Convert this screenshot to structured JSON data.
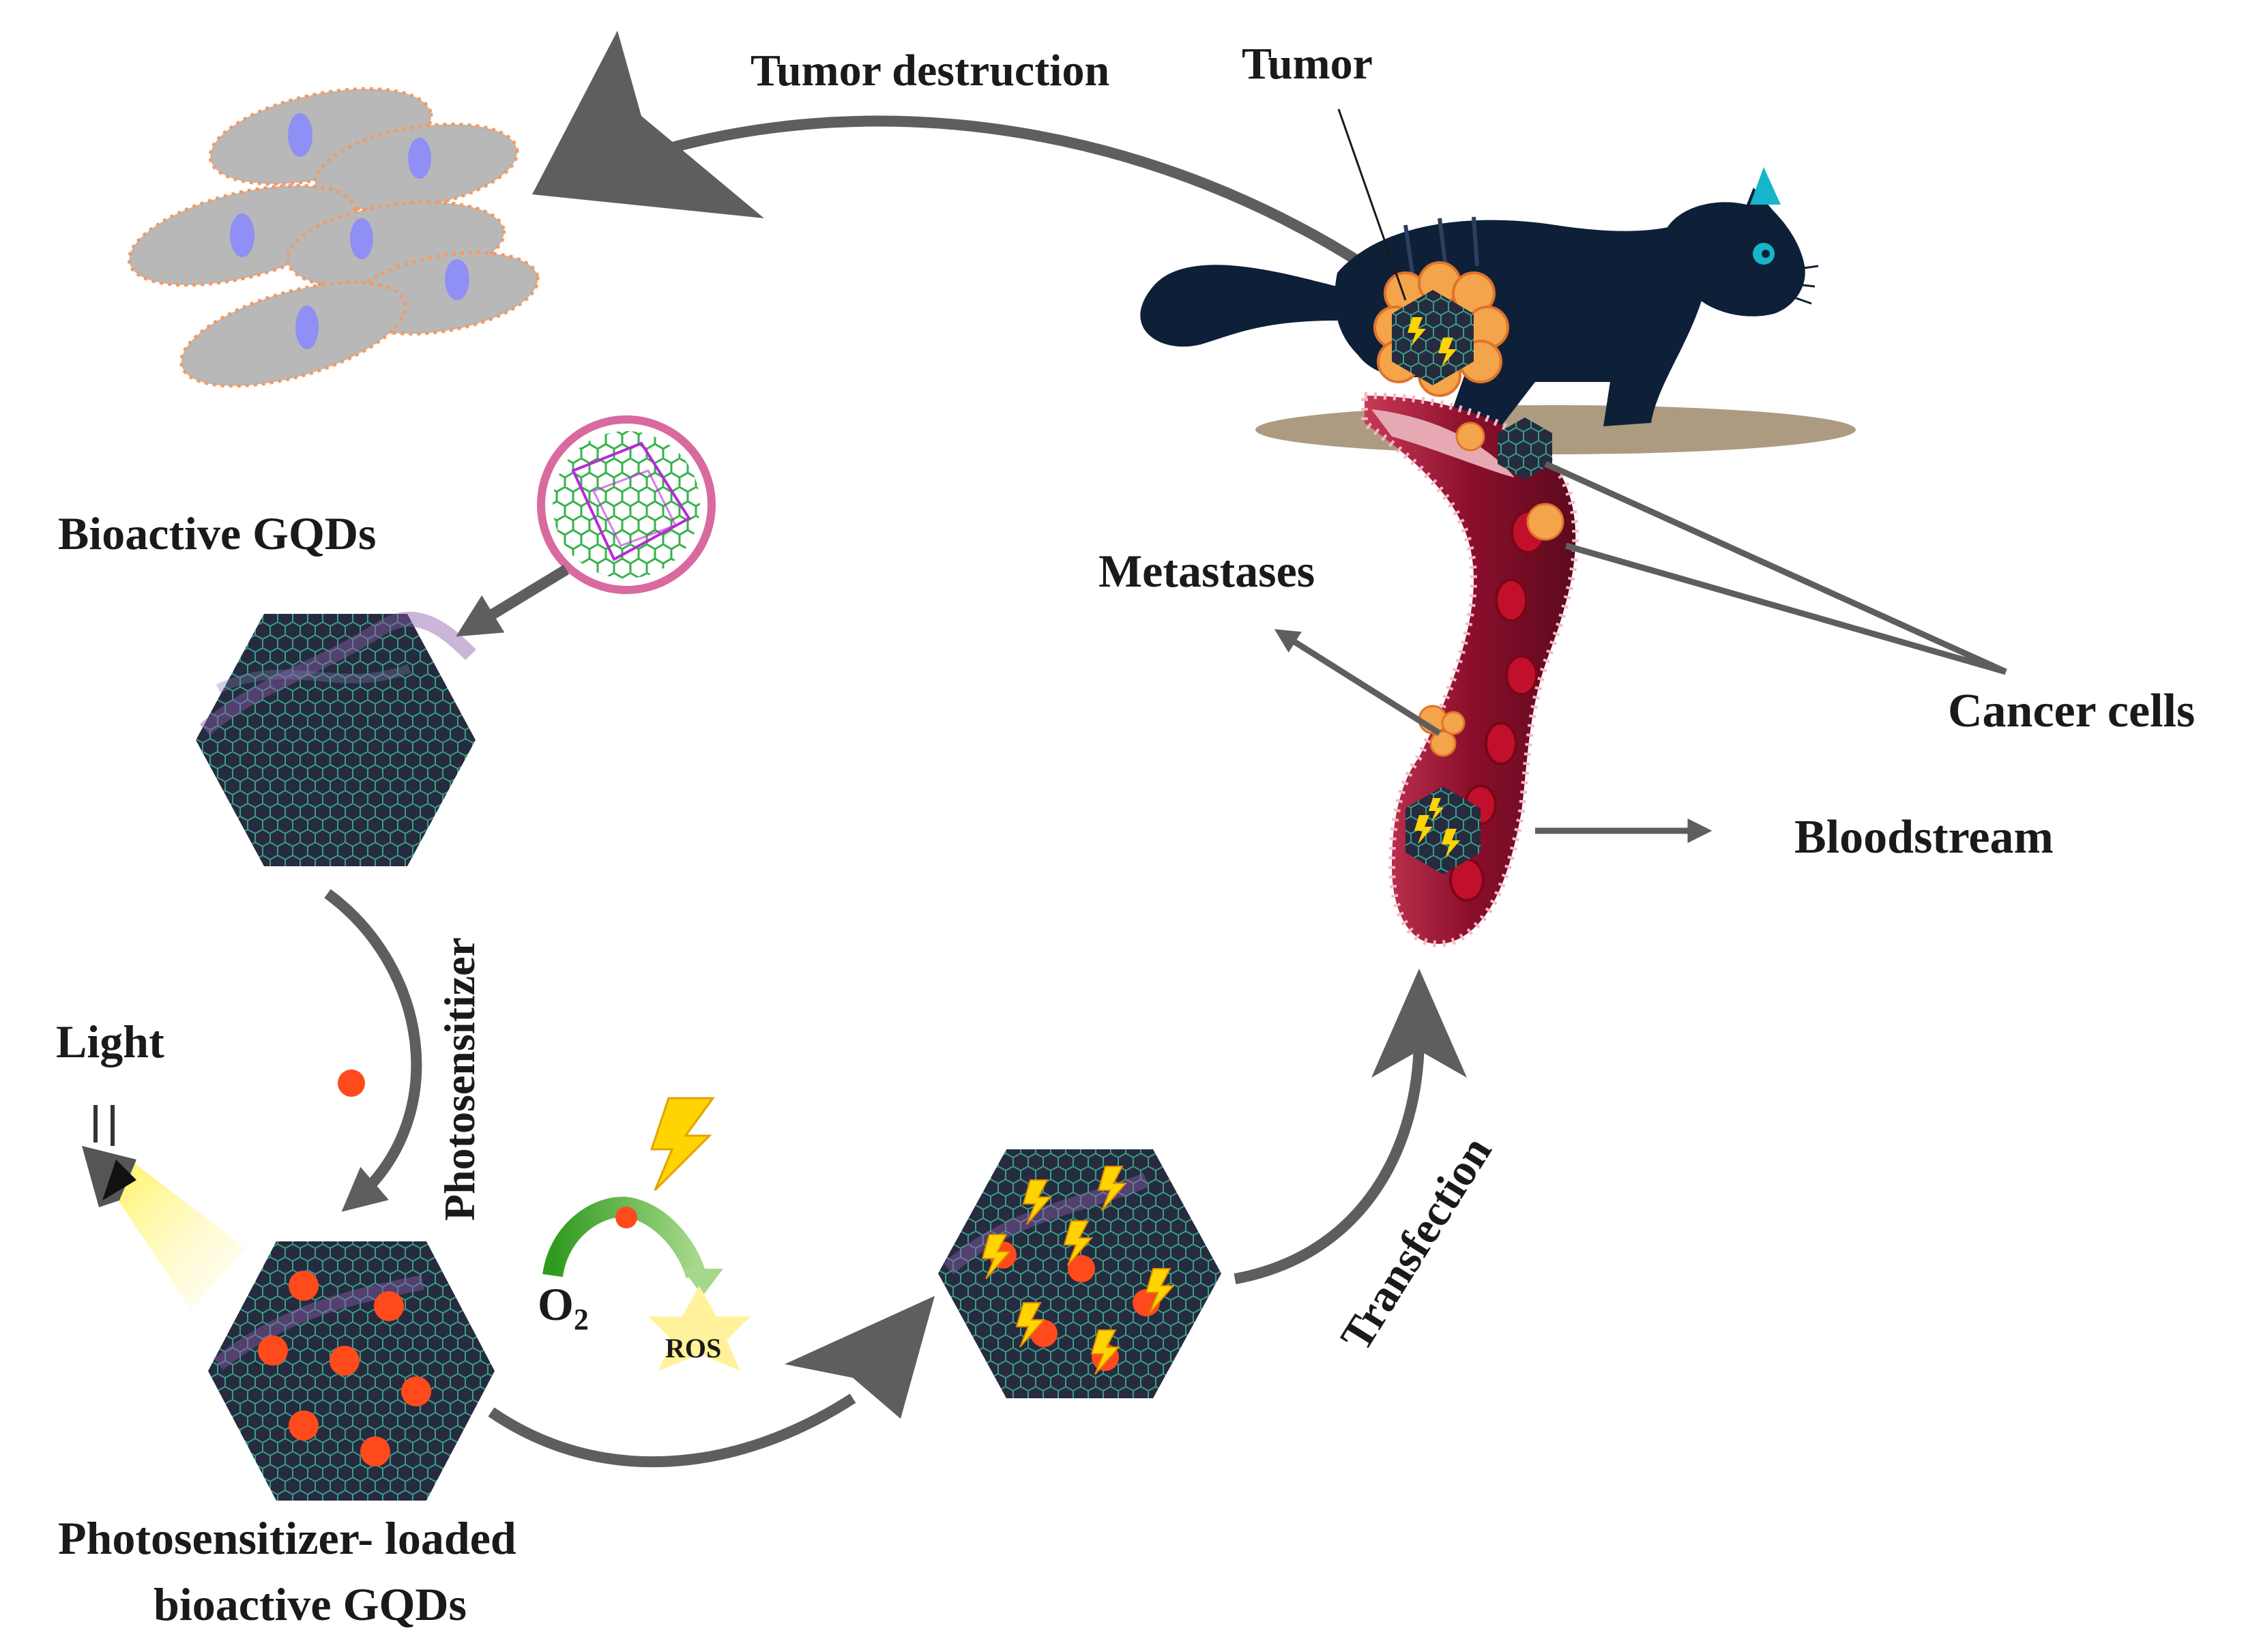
{
  "labels": {
    "tumor_destruction": "Tumor destruction",
    "tumor": "Tumor",
    "bioactive_gqds": "Bioactive GQDs",
    "metastases": "Metastases",
    "cancer_cells": "Cancer cells",
    "bloodstream": "Bloodstream",
    "photosensitizer": "Photosensitizer",
    "light": "Light",
    "o2_main": "O",
    "o2_sub": "2",
    "ros": "ROS",
    "transfection": "Transfection",
    "loaded_line1": "Photosensitizer- loaded",
    "loaded_line2": "bioactive GQDs"
  },
  "colors": {
    "arrow": "#5e5e5e",
    "hexagon": "#2a2f45",
    "photosensitizer_dot": "#ff4a1c",
    "lightning": "#ffd400",
    "cat": "#0e2038",
    "vessel": "#9c1432",
    "cancer_cell": "#f4a44a",
    "tumor_cell_body": "#b8b8b8",
    "tumor_cell_nucleus": "#8f8ff5",
    "ros_star": "#fff29a",
    "green_arrow": "#4cb82a"
  }
}
